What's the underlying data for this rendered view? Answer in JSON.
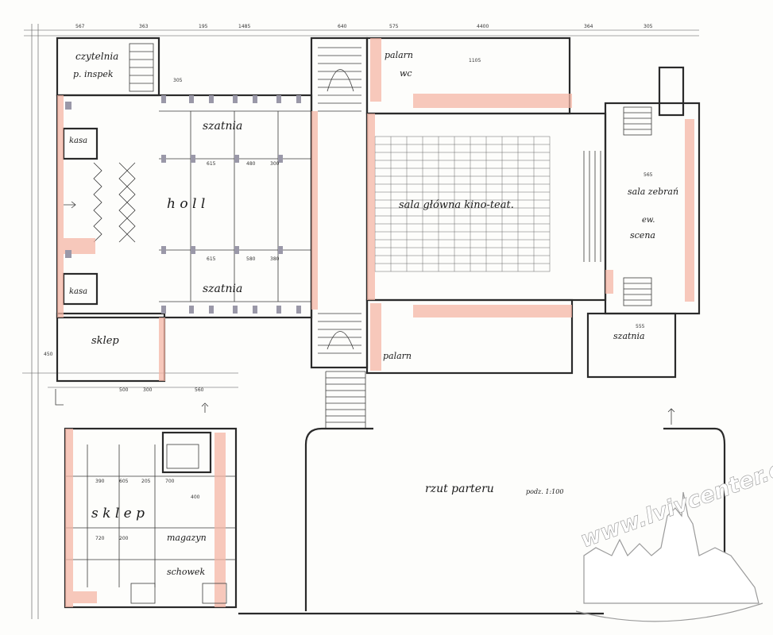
{
  "rooms": {
    "czytelnia": "czytelnia",
    "inspek": "p. inspek",
    "kasa_top": "kasa",
    "kasa_bottom": "kasa",
    "holl": "h o l l",
    "szatnia_top": "szatnia",
    "szatnia_bottom": "szatnia",
    "sala_glowna": "sala główna kino-teat.",
    "sala_zebran": "sala zebrań",
    "sala_zebran_sub": "ew.",
    "sala_zebran_sub2": "scena",
    "palarnia_top": "palarn",
    "wc": "wc",
    "palarnia_bottom": "palarn",
    "szatnia_right": "szatnia",
    "sklep_top": "sklep",
    "sklep_big": "s k l e p",
    "magazyn": "magazyn",
    "schowek": "schowek",
    "yard": "rzut parteru",
    "scale": "podz. 1:100"
  },
  "dimensions": [
    "567",
    "363",
    "195",
    "1485",
    "640",
    "575",
    "4400",
    "364",
    "305",
    "1105",
    "305",
    "565",
    "500",
    "555",
    "300",
    "560",
    "390",
    "605",
    "205",
    "700",
    "720",
    "200",
    "400",
    "615",
    "480",
    "300",
    "615",
    "580",
    "380",
    "450"
  ],
  "watermark": {
    "text": "www.lvivcenter.org",
    "colors": {
      "fill": "#ffffff",
      "outline": "#9a9a9a"
    }
  },
  "colors": {
    "wall_tint": "#f4b5a5",
    "column": "#9a98a8",
    "ink": "#2a2a2a"
  }
}
